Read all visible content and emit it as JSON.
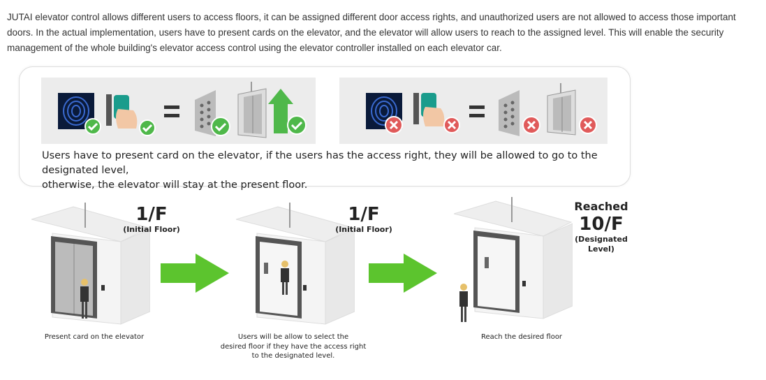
{
  "intro": {
    "text": "JUTAI elevator control allows different users to access floors, it can be assigned different door access rights, and unauthorized users are not allowed to access those important doors. In the actual implementation, users have to present cards on the elevator, and the elevator will allow users to reach to the assigned level. This will enable the security management of the whole building's elevator access control using the elevator controller installed on each elevator car."
  },
  "panel": {
    "caption_line1": "Users have to present card on the elevator, if the users has the access right, they will be allowed to go to the designated level,",
    "caption_line2": "otherwise,  the elevator will stay at the present floor.",
    "equals": "="
  },
  "steps": [
    {
      "floor": "1/F",
      "floor_sub": "(Initial Floor)",
      "caption": [
        "Present card on the elevator"
      ]
    },
    {
      "floor": "1/F",
      "floor_sub": "(Initial Floor)",
      "caption": [
        "Users will be allow to select the",
        "desired floor if they have the access right",
        "to the designated level."
      ]
    },
    {
      "reached": "Reached",
      "floor": "10/F",
      "floor_sub": "(Designated Level)",
      "caption": [
        "Reach the desired floor"
      ]
    }
  ],
  "colors": {
    "granted": "#4fb84a",
    "denied": "#e05a5a",
    "arrow": "#5cc42e",
    "card": "#1a9c8c"
  }
}
